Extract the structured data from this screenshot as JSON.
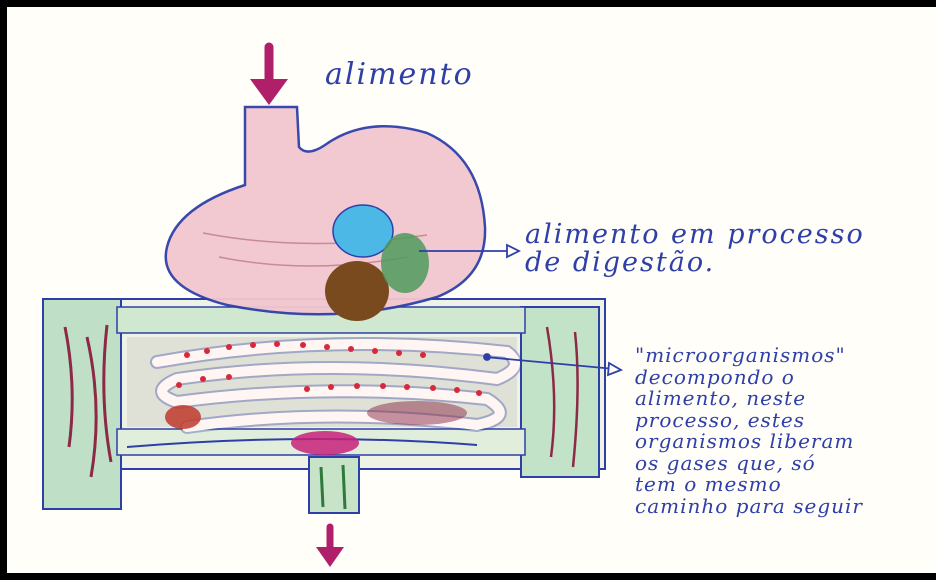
{
  "labels": {
    "food": "alimento",
    "digestion": "alimento em processo\nde digestão.",
    "microorganisms": "\"microorganismos\"\ndecompondo o\nalimento, neste\nprocesso, estes\norganismos liberam\nos gases que, só\ntem o mesmo\ncaminho para seguir"
  },
  "colors": {
    "outline": "#2f3fa8",
    "stomach": "#f2c6cf",
    "blue_blob": "#4bb8e6",
    "brown_blob": "#7a4a1f",
    "green": "#4f9a5c",
    "red_dots": "#d8283a",
    "magenta": "#c8207a",
    "arrow": "#b0206a"
  }
}
